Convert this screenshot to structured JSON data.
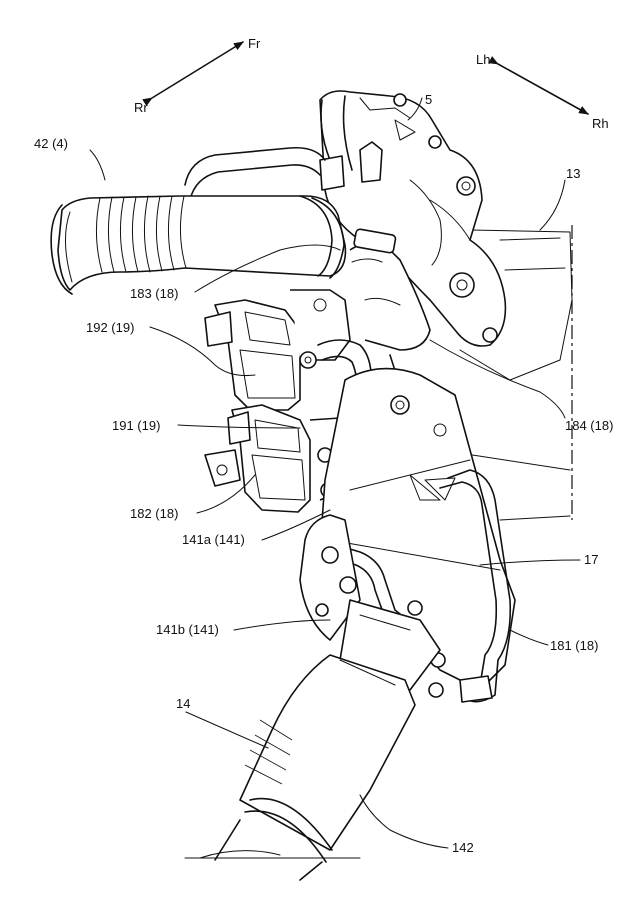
{
  "directions": {
    "fr": "Fr",
    "rr": "Rr",
    "lh": "Lh",
    "rh": "Rh"
  },
  "labels": {
    "l_5": "5",
    "l_13": "13",
    "l_42": "42 (4)",
    "l_183": "183 (18)",
    "l_192": "192 (19)",
    "l_184": "184 (18)",
    "l_191": "191 (19)",
    "l_182": "182 (18)",
    "l_141a": "141a (141)",
    "l_17": "17",
    "l_141b": "141b (141)",
    "l_181": "181 (18)",
    "l_14": "14",
    "l_142": "142"
  }
}
